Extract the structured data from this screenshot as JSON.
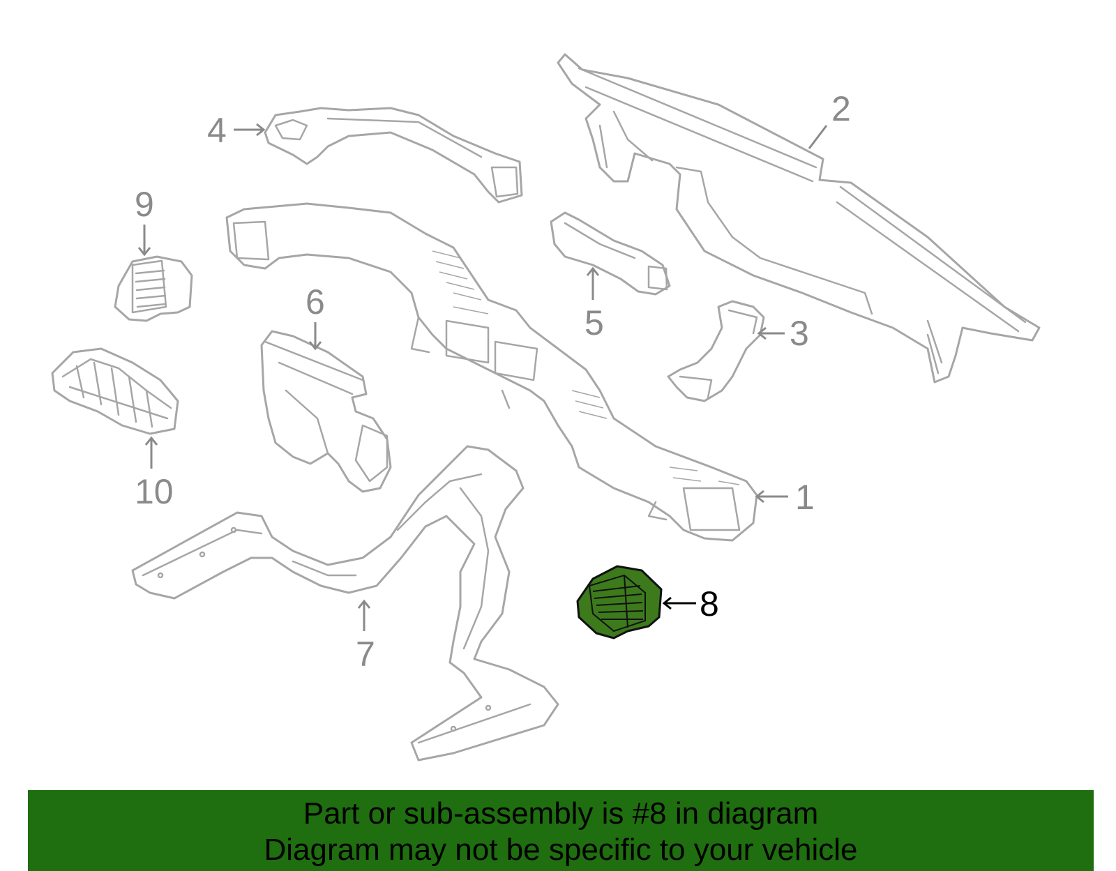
{
  "callouts": [
    "1",
    "2",
    "3",
    "4",
    "5",
    "6",
    "7",
    "8",
    "9",
    "10"
  ],
  "highlighted_callout": "8",
  "colors": {
    "highlight": "#3c7a1c",
    "banner": "#1f6e10",
    "part_outline": "#a6a6a6",
    "callout": "#8a8a8a"
  },
  "banner": {
    "line1": "Part or sub-assembly is #8 in diagram",
    "line2": "Diagram may not be specific to your vehicle"
  }
}
